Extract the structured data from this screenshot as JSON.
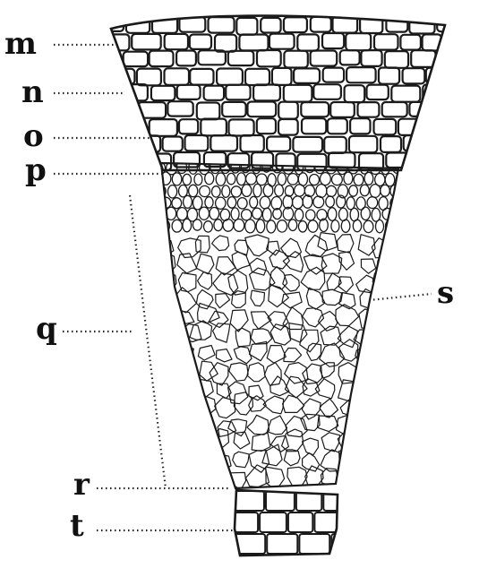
{
  "figure": {
    "labels": {
      "m": "m",
      "n": "n",
      "o": "o",
      "p": "p",
      "q": "q",
      "r": "r",
      "s": "s",
      "t": "t"
    }
  }
}
